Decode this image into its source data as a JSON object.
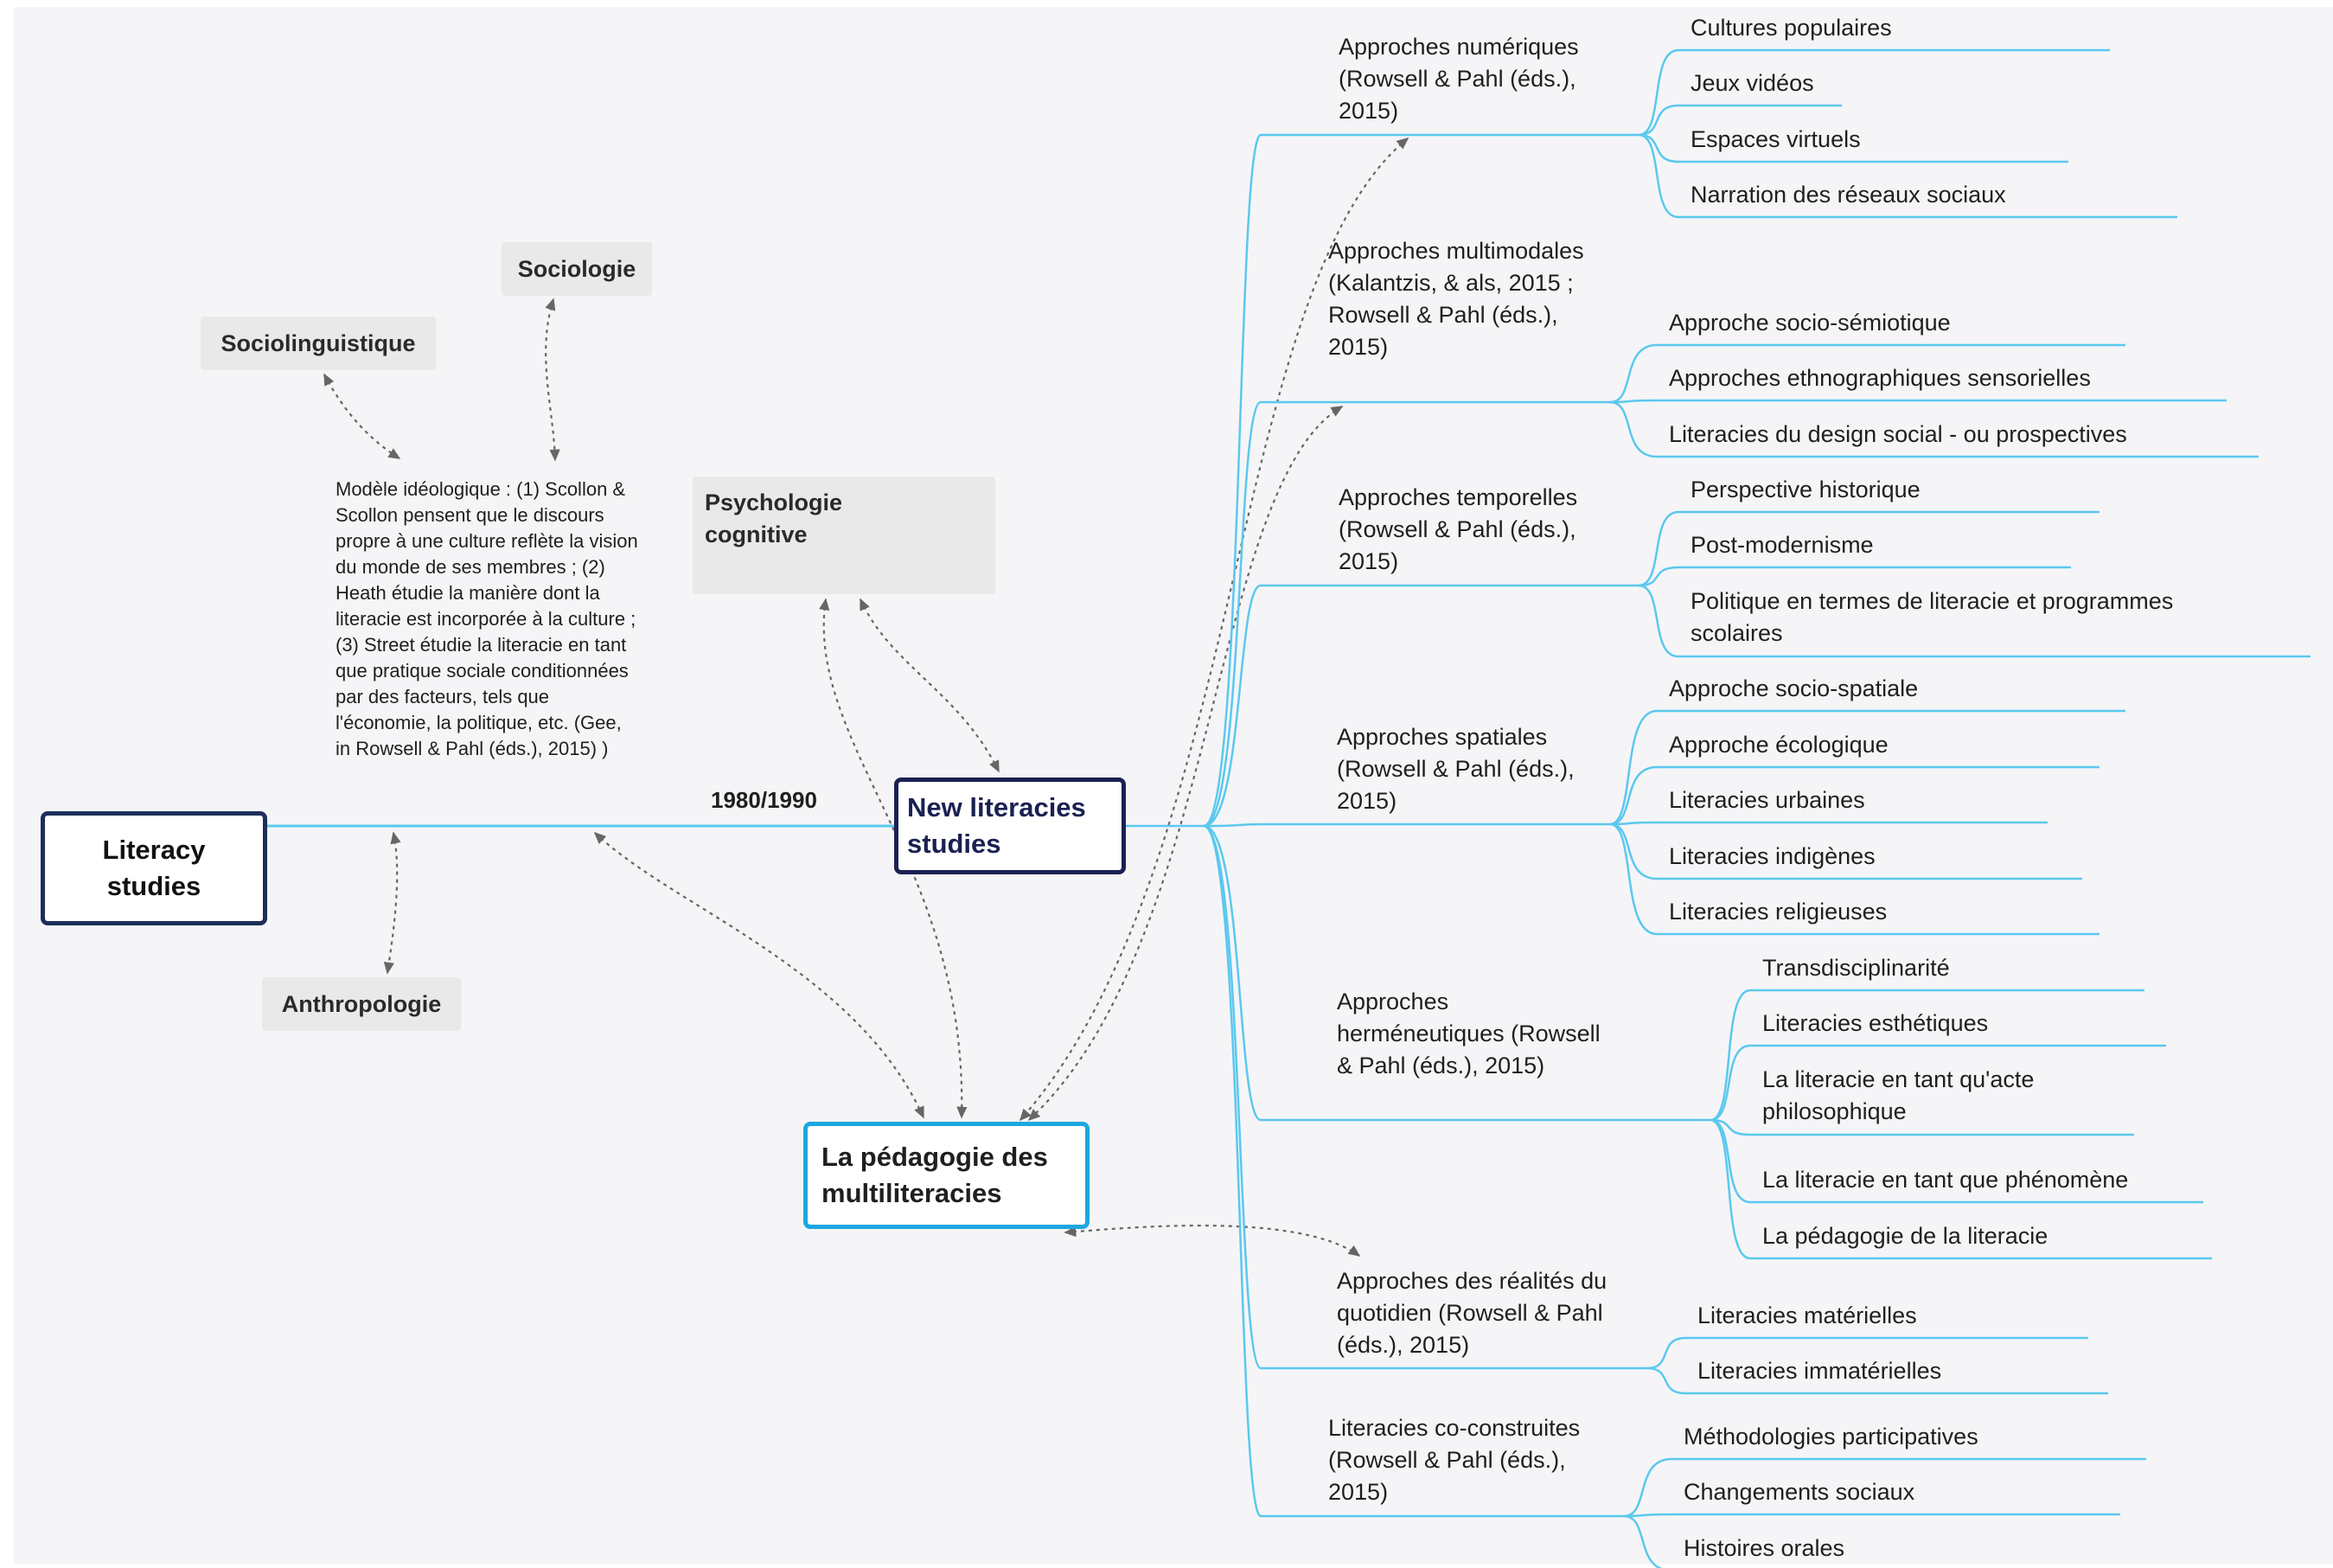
{
  "central": {
    "label": "Literacy studies"
  },
  "era_label": "1980/1990",
  "new_literacies": {
    "label": "New literacies studies"
  },
  "pedagogy": {
    "label": "La pédagogie des multiliteracies"
  },
  "disciplines": {
    "sociolinguistique": "Sociolinguistique",
    "sociologie": "Sociologie",
    "anthropologie": "Anthropologie",
    "psychologie": "Psychologie cognitive"
  },
  "ideological_model": "Modèle idéologique : (1) Scollon & Scollon pensent que le discours propre à une culture reflète la vision du monde de ses membres ; (2) Heath étudie la manière dont la literacie est incorporée à la culture ; (3) Street étudie la literacie en tant que pratique sociale conditionnées par des facteurs, tels que l'économie, la politique, etc. (Gee, in Rowsell & Pahl (éds.), 2015) )",
  "branches": [
    {
      "label": "Approches numériques (Rowsell & Pahl (éds.), 2015)",
      "leaves": [
        "Cultures populaires",
        "Jeux vidéos",
        "Espaces virtuels",
        "Narration des réseaux sociaux"
      ]
    },
    {
      "label": "Approches multimodales (Kalantzis, & als, 2015 ; Rowsell & Pahl (éds.), 2015)",
      "leaves": [
        "Approche socio-sémiotique",
        "Approches ethnographiques sensorielles",
        "Literacies du design social - ou prospectives"
      ]
    },
    {
      "label": "Approches temporelles (Rowsell & Pahl (éds.), 2015)",
      "leaves": [
        "Perspective historique",
        "Post-modernisme",
        "Politique en termes de literacie et programmes scolaires"
      ]
    },
    {
      "label": "Approches spatiales (Rowsell & Pahl (éds.), 2015)",
      "leaves": [
        "Approche socio-spatiale",
        "Approche écologique",
        "Literacies urbaines",
        "Literacies indigènes",
        "Literacies religieuses"
      ]
    },
    {
      "label": "Approches herméneutiques (Rowsell & Pahl (éds.), 2015)",
      "leaves": [
        "Transdisciplinarité",
        "Literacies esthétiques",
        "La literacie en tant qu'acte philosophique",
        "La literacie en tant que phénomène",
        "La pédagogie de la literacie"
      ]
    },
    {
      "label": "Approches des réalités du quotidien (Rowsell & Pahl (éds.), 2015)",
      "leaves": [
        "Literacies matérielles",
        "Literacies immatérielles"
      ]
    },
    {
      "label": "Literacies co-construites (Rowsell & Pahl (éds.), 2015)",
      "leaves": [
        "Méthodologies participatives",
        "Changements sociaux",
        "Histoires orales"
      ]
    }
  ],
  "colors": {
    "branch_line": "#5bc8ee",
    "central_border": "#1d2f5a",
    "nls_border": "#1a2152",
    "pedagogy_border": "#1ca7e0",
    "tag_fill": "#e9e9ea",
    "relation_line": "#666666"
  }
}
